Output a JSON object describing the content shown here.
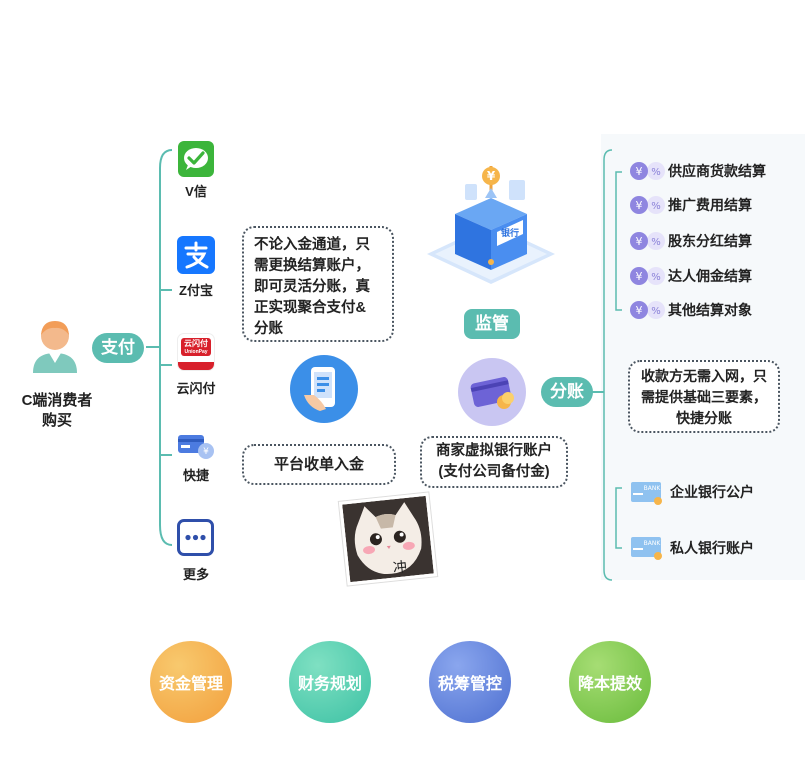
{
  "consumer": {
    "line1": "C端消费者",
    "line2": "购买"
  },
  "pay_pill": "支付",
  "methods": [
    {
      "label": "V信",
      "icon": "wechat-icon"
    },
    {
      "label": "Z付宝",
      "icon": "alipay-icon"
    },
    {
      "label": "云闪付",
      "icon": "unionpay-icon",
      "icon_text": "云闪付",
      "icon_subtext": "UnionPay"
    },
    {
      "label": "快捷",
      "icon": "quick-pay-card-icon"
    },
    {
      "label": "更多",
      "icon": "more-dots-icon"
    }
  ],
  "note_top": [
    "不论入金通道，只",
    "需更换结算账户，",
    "即可灵活分账，真",
    "正实现聚合支付&",
    "分账"
  ],
  "platform_collect": "平台收单入金",
  "bank_icon_text": "银行",
  "supervise_pill": "监管",
  "merchant_account": {
    "line1": "商家虚拟银行账户",
    "line2": "(支付公司备付金)"
  },
  "split_pill": "分账",
  "settlements": [
    "供应商货款结算",
    "推广费用结算",
    "股东分红结算",
    "达人佣金结算",
    "其他结算对象"
  ],
  "payee_note": [
    "收款方无需入网，只",
    "需提供基础三要素，",
    "快捷分账"
  ],
  "accounts": [
    "企业银行公户",
    "私人银行账户"
  ],
  "bank_card_text": "BANK",
  "cat_sticker_text": "冲",
  "benefits": [
    {
      "label": "资金管理",
      "color": "#f4b04b"
    },
    {
      "label": "财务规划",
      "color": "#4fcfb0"
    },
    {
      "label": "税筹管控",
      "color": "#5b7fd6"
    },
    {
      "label": "降本提效",
      "color": "#7cc94e"
    }
  ]
}
